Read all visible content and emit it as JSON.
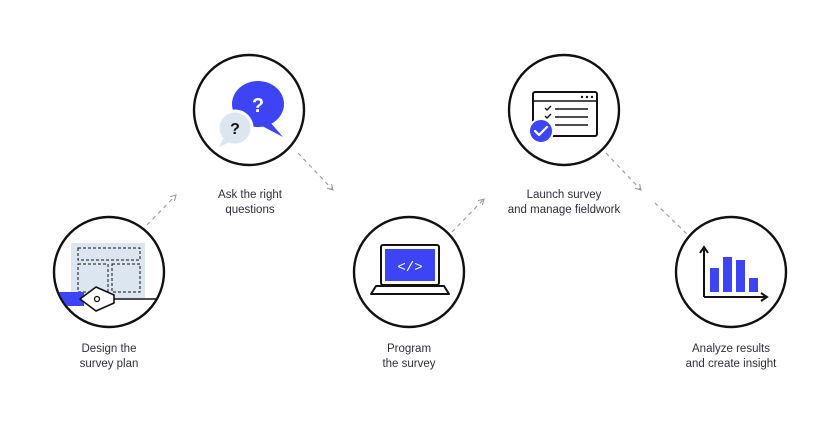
{
  "steps": [
    {
      "id": "design",
      "line1": "Design the",
      "line2": "survey plan",
      "icon": "survey-plan-pen-icon"
    },
    {
      "id": "ask",
      "line1": "Ask the right",
      "line2": "questions",
      "icon": "speech-bubbles-question-icon"
    },
    {
      "id": "program",
      "line1": "Program",
      "line2": "the survey",
      "icon": "laptop-code-icon"
    },
    {
      "id": "launch",
      "line1": "Launch survey",
      "line2": "and manage fieldwork",
      "icon": "checklist-window-icon"
    },
    {
      "id": "analyze",
      "line1": "Analyze results",
      "line2": "and create insight",
      "icon": "bar-chart-icon"
    }
  ],
  "icon_glyphs": {
    "question": "?",
    "code": "</>"
  },
  "colors": {
    "accent": "#3d44f5",
    "light_blue": "#dbe6f0",
    "outline": "#111111",
    "connector": "#9a9a9a",
    "text": "#2f2f3a"
  }
}
